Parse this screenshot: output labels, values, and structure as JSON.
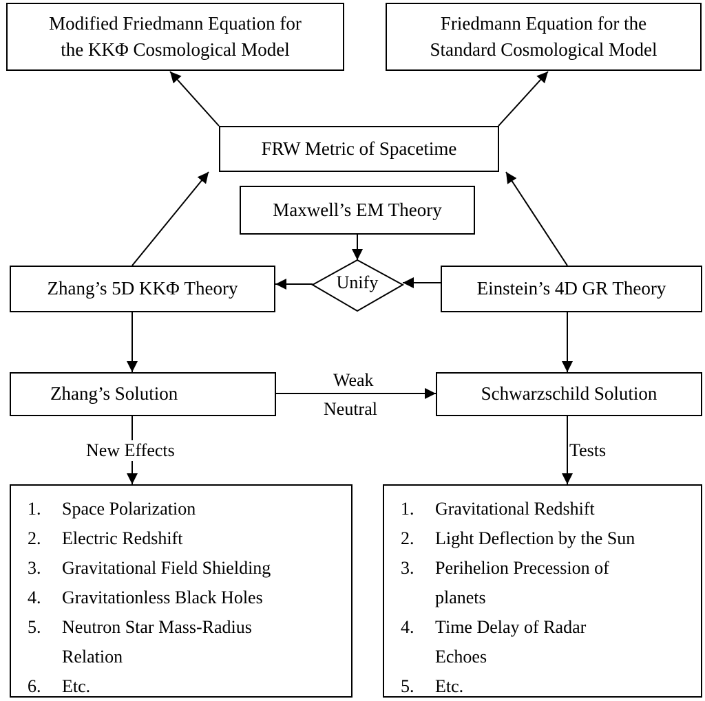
{
  "nodes": {
    "modified_friedmann": {
      "line1": "Modified Friedmann Equation for",
      "line2": "the KKΦ Cosmological Model"
    },
    "friedmann_standard": {
      "line1": "Friedmann Equation for the",
      "line2": "Standard Cosmological Model"
    },
    "frw_metric": "FRW Metric of Spacetime",
    "maxwell": "Maxwell’s EM Theory",
    "unify": "Unify",
    "zhang_theory": "Zhang’s 5D KKΦ Theory",
    "einstein_theory": "Einstein’s 4D GR Theory",
    "zhang_solution": "Zhang’s Solution",
    "schwarzschild_solution": "Schwarzschild Solution"
  },
  "edge_labels": {
    "weak": "Weak",
    "neutral": "Neutral",
    "new_effects": "New Effects",
    "tests": "Tests"
  },
  "new_effects_list": [
    {
      "num": "1.",
      "lines": [
        "Space Polarization"
      ]
    },
    {
      "num": "2.",
      "lines": [
        "Electric Redshift"
      ]
    },
    {
      "num": "3.",
      "lines": [
        "Gravitational Field Shielding"
      ]
    },
    {
      "num": "4.",
      "lines": [
        "Gravitationless Black Holes"
      ]
    },
    {
      "num": "5.",
      "lines": [
        "Neutron Star Mass-Radius",
        "Relation"
      ]
    },
    {
      "num": "6.",
      "lines": [
        "Etc."
      ]
    }
  ],
  "tests_list": [
    {
      "num": "1.",
      "lines": [
        "Gravitational Redshift"
      ]
    },
    {
      "num": "2.",
      "lines": [
        "Light Deflection by the Sun"
      ]
    },
    {
      "num": "3.",
      "lines": [
        "Perihelion Precession of",
        "planets"
      ]
    },
    {
      "num": "4.",
      "lines": [
        "Time Delay of Radar",
        "Echoes"
      ]
    },
    {
      "num": "5.",
      "lines": [
        "Etc."
      ]
    }
  ]
}
